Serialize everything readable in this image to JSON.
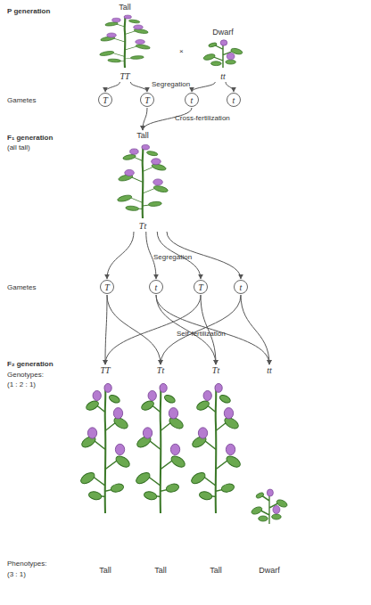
{
  "diagram": {
    "nodes": [
      {
        "text": [
          "Tall",
          "TT"
        ]
      },
      {
        "text": [
          "Dwarf",
          "tt"
        ]
      },
      {
        "text": [
          "T"
        ]
      },
      {
        "text": [
          "T"
        ]
      },
      {
        "text": [
          "t"
        ]
      },
      {
        "text": [
          "t"
        ]
      },
      {
        "text": [
          "Tall",
          "Tt"
        ]
      },
      {
        "text": [
          "T"
        ]
      },
      {
        "text": [
          "t"
        ]
      },
      {
        "text": [
          "T"
        ]
      },
      {
        "text": [
          "t"
        ]
      },
      {
        "text": [
          "TT",
          "Tall"
        ]
      },
      {
        "text": [
          "Tt",
          "Tall"
        ]
      },
      {
        "text": [
          "Tt",
          "Tall"
        ]
      },
      {
        "text": [
          "tt",
          "Dwarf"
        ]
      }
    ],
    "edges": [
      {
        "from": 0,
        "to": 2,
        "arrow": "to"
      },
      {
        "from": 0,
        "to": 3,
        "arrow": "to"
      },
      {
        "from": 1,
        "to": 4,
        "arrow": "to"
      },
      {
        "from": 1,
        "to": 5,
        "arrow": "to"
      },
      {
        "from": 3,
        "to": 6,
        "arrow": "to"
      },
      {
        "from": 4,
        "to": 6,
        "arrow": "to"
      },
      {
        "from": 6,
        "to": 7,
        "arrow": "to"
      },
      {
        "from": 6,
        "to": 8,
        "arrow": "to"
      },
      {
        "from": 6,
        "to": 9,
        "arrow": "to"
      },
      {
        "from": 6,
        "to": 10,
        "arrow": "to"
      },
      {
        "from": 7,
        "to": 11,
        "arrow": "to"
      },
      {
        "from": 9,
        "to": 11,
        "arrow": "to"
      },
      {
        "from": 7,
        "to": 12,
        "arrow": "to"
      },
      {
        "from": 10,
        "to": 12,
        "arrow": "to"
      },
      {
        "from": 8,
        "to": 13,
        "arrow": "to"
      },
      {
        "from": 9,
        "to": 13,
        "arrow": "to"
      },
      {
        "from": 8,
        "to": 14,
        "arrow": "to"
      },
      {
        "from": 10,
        "to": 14,
        "arrow": "to"
      }
    ],
    "labels": [
      "P generation",
      "×",
      "Segregation",
      "Gametes",
      "Cross-fertilization",
      "F₁ generation",
      "(all tall)",
      "Segregation",
      "Gametes",
      "Self-fertilization",
      "F₂ generation",
      "Genotypes:",
      "(1 : 2 : 1)",
      "Phenotypes:",
      "(3 : 1)"
    ]
  }
}
